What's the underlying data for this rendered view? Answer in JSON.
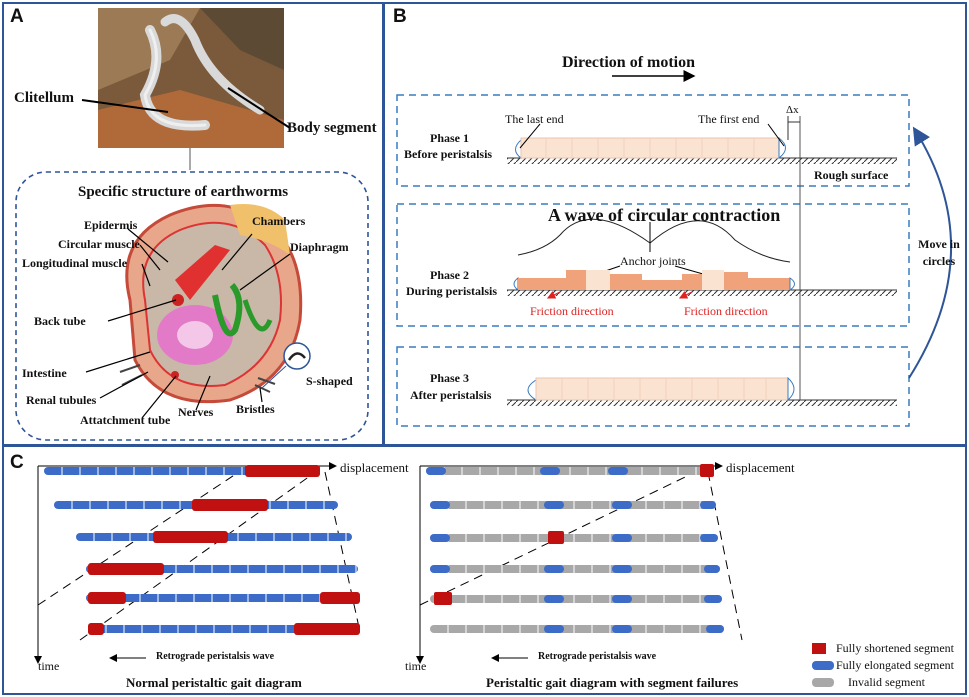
{
  "panel_letters": {
    "a": "A",
    "b": "B",
    "c": "C"
  },
  "panelA": {
    "photo_labels": {
      "clitellum": "Clitellum",
      "body_segment": "Body segment"
    },
    "structure_title": "Specific structure of earthworms",
    "parts": {
      "epidermis": "Epidermis",
      "circular_muscle": "Circular muscle",
      "longitudinal_muscle": "Longitudinal muscle",
      "back_tube": "Back tube",
      "intestine": "Intestine",
      "renal_tubules": "Renal tubules",
      "attachment_tube": "Attatchment tube",
      "nerves": "Nerves",
      "bristles": "Bristles",
      "chambers": "Chambers",
      "diaphragm": "Diaphragm",
      "s_shaped": "S-shaped"
    }
  },
  "panelB": {
    "direction": "Direction of motion",
    "phase1": {
      "name": "Phase 1",
      "desc": "Before peristalsis",
      "last_end": "The last end",
      "first_end": "The first end",
      "dx": "Δx",
      "surface": "Rough surface"
    },
    "phase2": {
      "name": "Phase 2",
      "desc": "During peristalsis",
      "wave": "A wave of circular contraction",
      "anchor": "Anchor joints",
      "friction": "Friction direction"
    },
    "phase3": {
      "name": "Phase 3",
      "desc": "After  peristalsis"
    },
    "cycle_label": "Move in circles"
  },
  "panelC": {
    "left_axis_x": "displacement",
    "left_axis_y": "time",
    "right_axis_x": "displacement",
    "right_axis_y": "time",
    "wave_label": "Retrograde peristalsis wave",
    "left_caption": "Normal peristaltic gait diagram",
    "right_caption": "Peristaltic gait diagram with segment failures",
    "legend": [
      {
        "label": "Fully shortened segment",
        "color": "#c01010"
      },
      {
        "label": "Fully elongated segment",
        "color": "#3c6cc8"
      },
      {
        "label": "Invalid segment",
        "color": "#a8a8a8"
      }
    ]
  }
}
